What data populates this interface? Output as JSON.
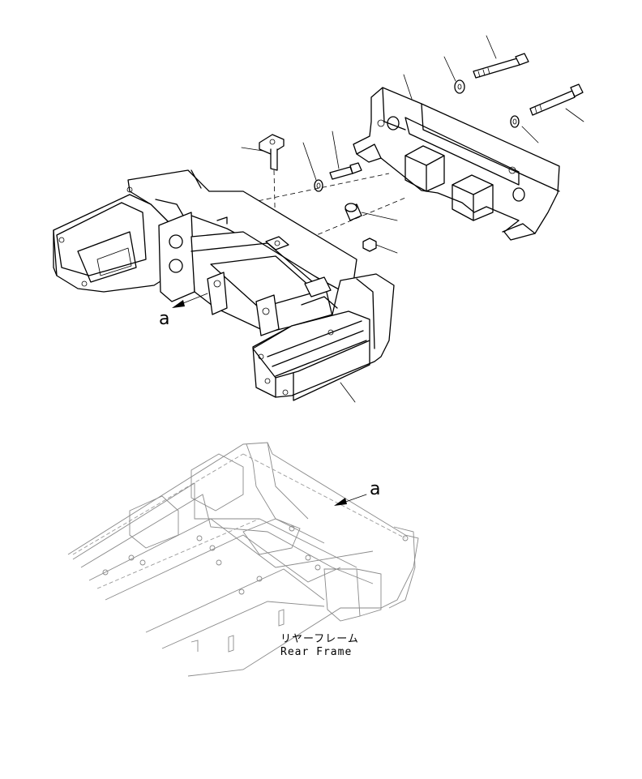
{
  "view_labels": {
    "counterweight_view": "a",
    "frame_view": "a"
  },
  "frame_label": {
    "japanese": "リヤーフレーム",
    "english": "Rear Frame"
  }
}
